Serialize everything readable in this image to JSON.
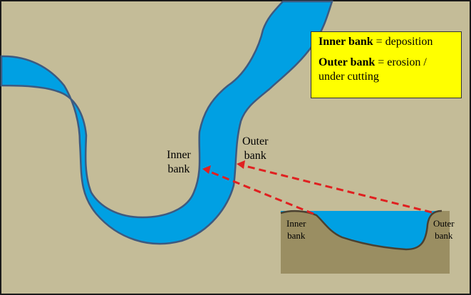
{
  "legend": {
    "inner_term": "Inner bank",
    "inner_def": " = deposition",
    "outer_term": "Outer bank",
    "outer_def": " = erosion /",
    "outer_def_cont": "under cutting"
  },
  "map_labels": {
    "inner_bank_1": "Inner",
    "inner_bank_2": "bank",
    "outer_bank_1": "Outer",
    "outer_bank_2": "bank"
  },
  "cross_section_labels": {
    "inner_bank_1": "Inner",
    "inner_bank_2": "bank",
    "outer_bank_1": "Outer",
    "outer_bank_2": "bank"
  },
  "colors": {
    "land": "#c4bc98",
    "water": "#00a0e3",
    "river_edge": "#3d5a80",
    "soil": "#9a8e62",
    "arrow": "#e02020",
    "legend_bg": "#ffff00"
  }
}
